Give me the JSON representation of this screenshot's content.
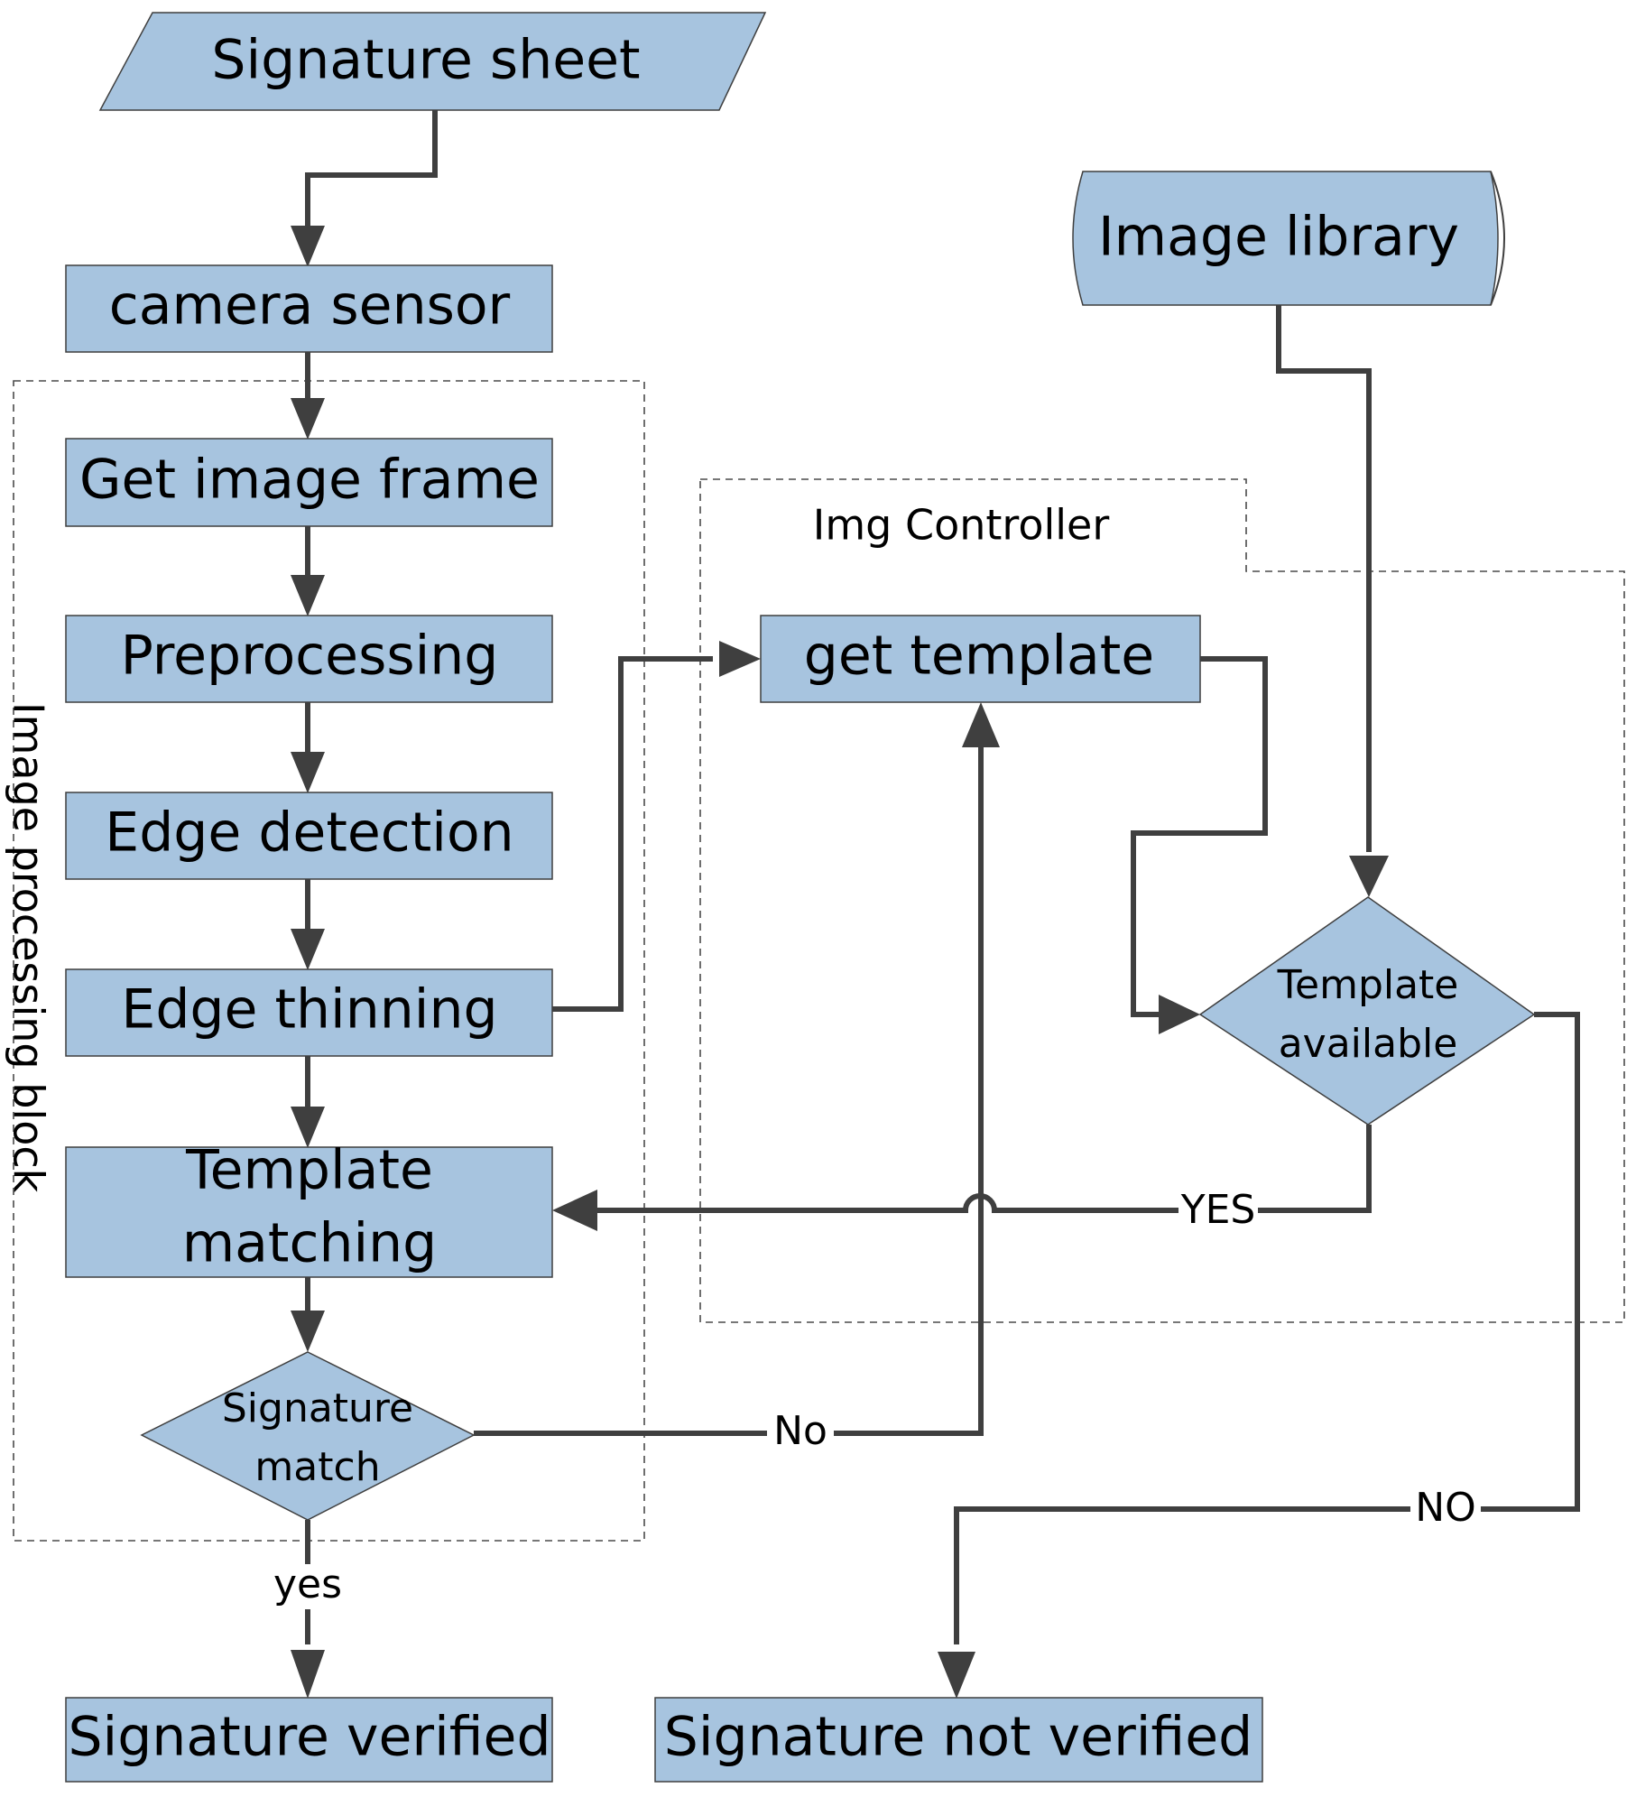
{
  "diagram": {
    "nodes": {
      "signature_sheet": "Signature sheet",
      "camera_sensor": "camera sensor",
      "get_image_frame": "Get image frame",
      "preprocessing": "Preprocessing",
      "edge_detection": "Edge detection",
      "edge_thinning": "Edge thinning",
      "template_matching_line1": "Template",
      "template_matching_line2": "matching",
      "signature_match_line1": "Signature",
      "signature_match_line2": "match",
      "signature_verified": "Signature verified",
      "signature_not_verified": "Signature not verified",
      "image_library": "Image library",
      "get_template": "get template",
      "template_available_line1": "Template",
      "template_available_line2": "available"
    },
    "groups": {
      "image_processing_block": "Image processing block",
      "img_controller": "Img Controller"
    },
    "edge_labels": {
      "yes_lower": "yes",
      "no_mixed": "No",
      "yes_upper": "YES",
      "no_upper": "NO"
    },
    "colors": {
      "node_fill": "#A7C4DF",
      "line": "#3F3F3F"
    }
  }
}
